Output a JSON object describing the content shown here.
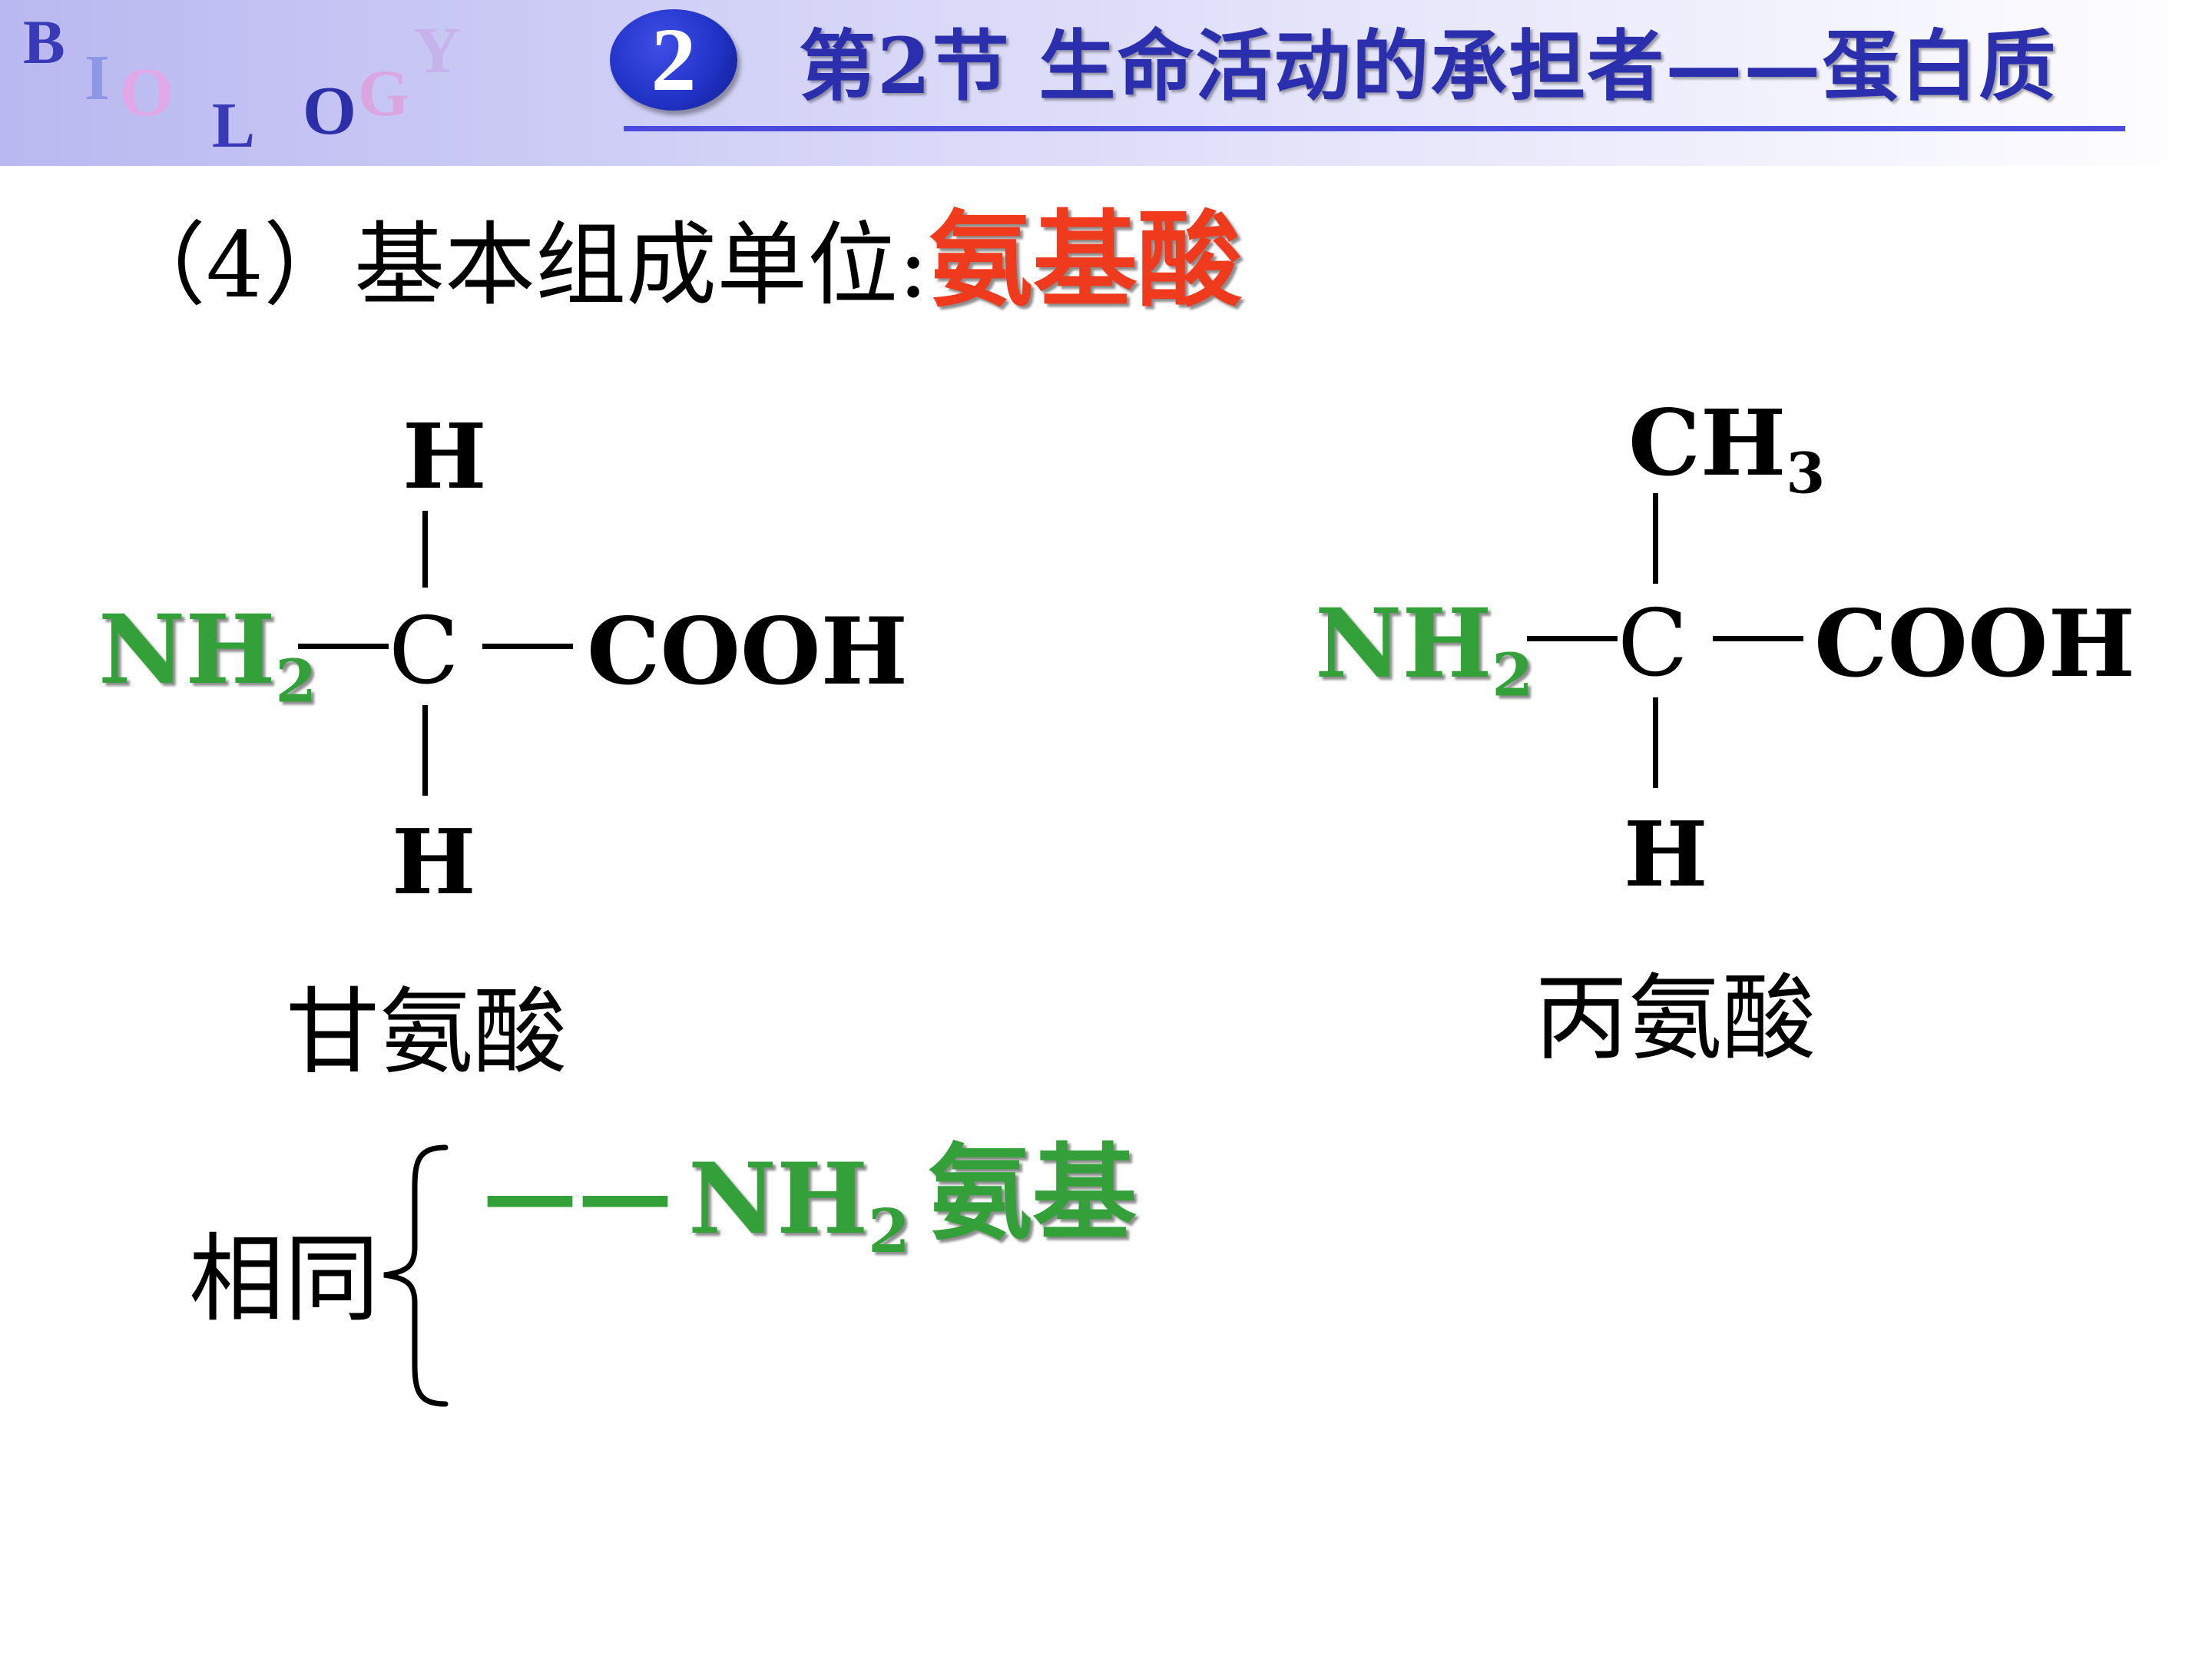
{
  "header": {
    "logo_letters": [
      "B",
      "I",
      "O",
      "L",
      "O",
      "G",
      "Y"
    ],
    "section_number": "2",
    "title": "第2节 生命活动的承担者——蛋白质"
  },
  "heading": {
    "prefix": "（4）基本组成单位:",
    "highlight": "氨基酸"
  },
  "glycine": {
    "top_atom": "H",
    "amino_main": "NH",
    "amino_sub": "2",
    "center_atom": "C",
    "carboxyl": "COOH",
    "bottom_atom": "H",
    "name": "甘氨酸"
  },
  "alanine": {
    "top_main": "CH",
    "top_sub": "3",
    "amino_main": "NH",
    "amino_sub": "2",
    "center_atom": "C",
    "carboxyl": "COOH",
    "bottom_atom": "H",
    "name": "丙氨酸"
  },
  "common": {
    "label": "相同",
    "dash": "——",
    "group_main": "NH",
    "group_sub": "2",
    "group_name": "氨基"
  },
  "colors": {
    "title_blue": "#2b2fae",
    "badge_blue": "#2233c8",
    "rule_blue": "#4a4adc",
    "amino_green": "#33a03a",
    "highlight_red": "#f03a1e"
  }
}
